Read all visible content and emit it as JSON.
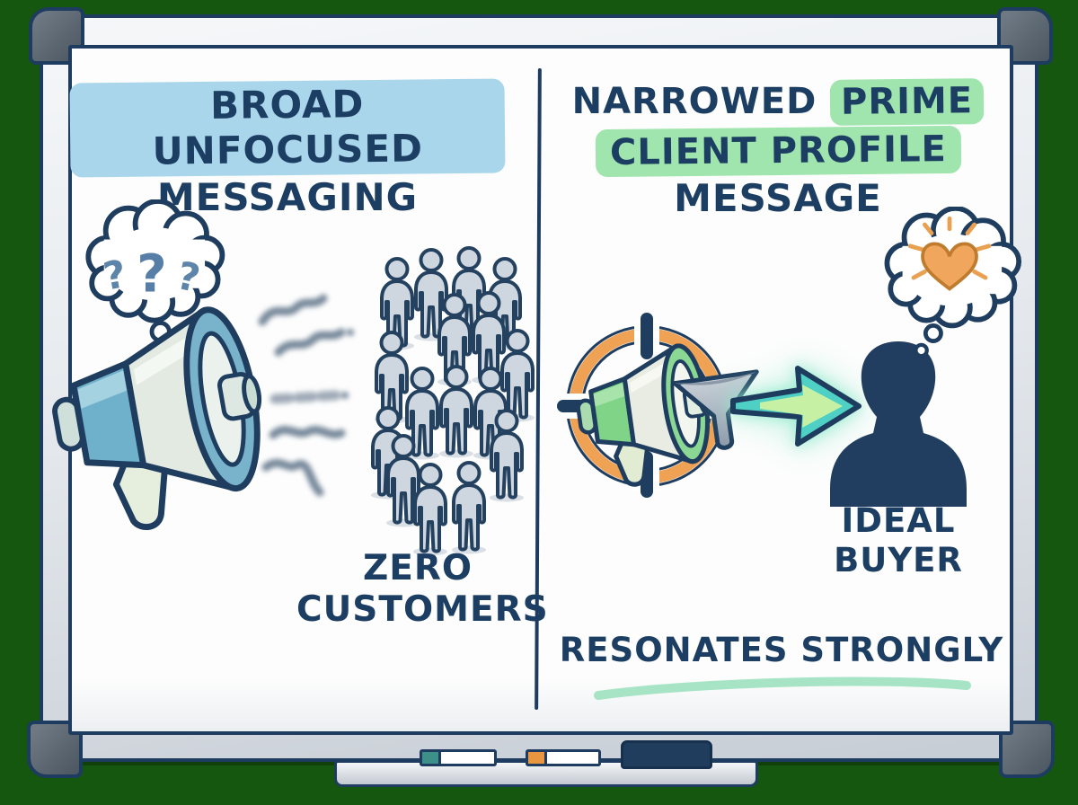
{
  "scene": {
    "background_color": "#16570f",
    "divider_color": "#1e3c60",
    "ink_color": "#1d3e63"
  },
  "left_panel": {
    "title_highlighted": "BROAD UNFOCUSED",
    "title_rest": "MESSAGING",
    "highlight_color": "#a9d6eb",
    "question_marks": [
      "?",
      "?",
      "?"
    ],
    "caption": [
      "ZERO",
      "CUSTOMERS"
    ]
  },
  "right_panel": {
    "title_word_plain": "NARROWED",
    "title_word_highlighted": "PRIME",
    "title_line2_highlighted": "CLIENT PROFILE",
    "title_line3": "MESSAGE",
    "highlight_color": "#9fe5ad",
    "caption": [
      "IDEAL",
      "BUYER"
    ],
    "footer": "RESONATES STRONGLY",
    "footer_underline_color": "#a6e4c5"
  },
  "palette": {
    "navy": "#1f3d5f",
    "target_orange": "#f0a254",
    "arrow_teal": "#4fd0c5",
    "arrow_core_green": "#ccf2a2",
    "heart_orange": "#f0a65c",
    "question_blue": "#5d84a9",
    "crowd_gray": "#ced6df",
    "squiggle_slate": "#5f7489",
    "left_megaphone_blue": "#6fb0ca",
    "right_megaphone_green": "#7fd488"
  },
  "tray": {
    "marker1_cap_color": "#3d8f8a",
    "marker2_cap_color": "#e8963f",
    "eraser_color": "#203d5e"
  }
}
